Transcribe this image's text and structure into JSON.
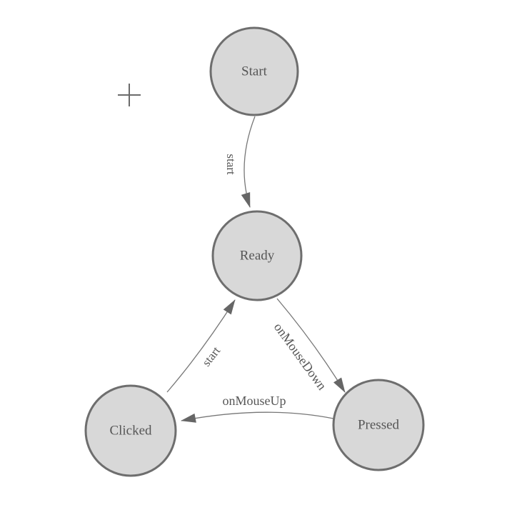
{
  "diagram": {
    "kind": "state-machine",
    "nodes": [
      {
        "id": "start",
        "label": "Start"
      },
      {
        "id": "ready",
        "label": "Ready"
      },
      {
        "id": "clicked",
        "label": "Clicked"
      },
      {
        "id": "pressed",
        "label": "Pressed"
      }
    ],
    "edges": [
      {
        "from": "Start",
        "to": "Ready",
        "label": "start"
      },
      {
        "from": "Ready",
        "to": "Pressed",
        "label": "onMouseDown"
      },
      {
        "from": "Pressed",
        "to": "Clicked",
        "label": "onMouseUp"
      },
      {
        "from": "Clicked",
        "to": "Ready",
        "label": "start"
      }
    ],
    "cursor": {
      "icon": "crosshair-icon"
    },
    "colors": {
      "background": "#ffffff",
      "node_fill": "#d8d8d8",
      "node_stroke": "#6e6e6e",
      "edge_stroke": "#777777",
      "arrow_fill": "#666666",
      "label_text": "#565656"
    }
  }
}
